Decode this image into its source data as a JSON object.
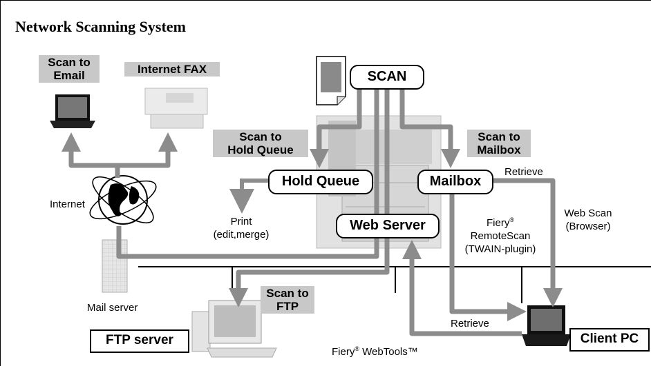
{
  "title": "Network Scanning System",
  "labels": {
    "scan_to_email_1": "Scan to",
    "scan_to_email_2": "Email",
    "internet_fax": "Internet FAX",
    "scan_to_hold_queue_1": "Scan to",
    "scan_to_hold_queue_2": "Hold Queue",
    "scan_to_mailbox_1": "Scan to",
    "scan_to_mailbox_2": "Mailbox",
    "scan_to_ftp_1": "Scan to",
    "scan_to_ftp_2": "FTP"
  },
  "nodes": {
    "scan": "SCAN",
    "hold_queue": "Hold Queue",
    "mailbox": "Mailbox",
    "web_server": "Web Server",
    "ftp_server": "FTP server",
    "client_pc": "Client PC"
  },
  "text": {
    "internet": "Internet",
    "print_1": "Print",
    "print_2": "(edit,merge)",
    "retrieve_top": "Retrieve",
    "web_scan_1": "Web Scan",
    "web_scan_2": "(Browser)",
    "fiery_1": "Fiery",
    "fiery_reg": "®",
    "remotescan": "RemoteScan",
    "twain": "(TWAIN-plugin)",
    "mail_server": "Mail server",
    "retrieve_bottom": "Retrieve",
    "webtools_1": "Fiery",
    "webtools_reg": "®",
    "webtools_2": " WebTools™"
  },
  "colors": {
    "arrow": "#8c8c8c",
    "label_bg": "#c8c8c8",
    "line": "#000000"
  }
}
